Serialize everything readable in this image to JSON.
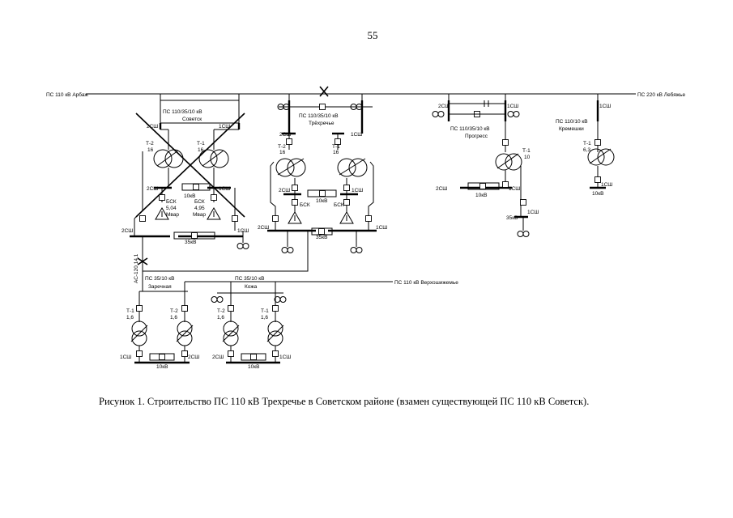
{
  "page_number": "55",
  "caption": "Рисунок 1. Строительство ПС 110 кВ Трехречье в Советском районе (взамен существующей ПС 110 кВ Советск).",
  "diagram": {
    "external_lines": {
      "arbazh": "ПС 110 кВ Арбаж",
      "lebyazhye": "ПС 220 кВ Лебяжье",
      "verkhoshizhemye": "ПС 110 кВ Верхошижемье"
    },
    "sovetsk": {
      "name": "ПС 110/35/10 кВ",
      "sub": "Советск",
      "bus_left": "2СШ",
      "bus_right": "1СШ",
      "t2": "Т-2",
      "t2_mva": "16",
      "t1": "Т-1",
      "t1_mva": "16",
      "mid_left": "2СШ",
      "mid_right": "1СШ",
      "mid_kv": "10кВ",
      "bsk1": "БСК",
      "bsk1_val": "5,04",
      "bsk1_unit": "Мвар",
      "bsk2": "БСК",
      "bsk2_val": "4,95",
      "bsk2_unit": "Мвар",
      "bot_left": "2СШ",
      "bot_right": "1СШ",
      "bot_kv": "35кВ"
    },
    "trekhrechye": {
      "name": "ПС 110/35/10 кВ",
      "sub": "Трёхречье",
      "bus_left": "2СШ",
      "bus_right": "1СШ",
      "t2": "Т-2",
      "t2_mva": "16",
      "t1": "Т-1",
      "t1_mva": "16",
      "mid_left": "2СШ",
      "mid_right": "1СШ",
      "mid_kv": "10кВ",
      "bsk_left": "БСК",
      "bsk_right": "БСК",
      "bot_left": "2СШ",
      "bot_right": "1СШ",
      "bot_kv": "35кВ"
    },
    "progress": {
      "name": "ПС 110/35/10 кВ",
      "sub": "Прогресс",
      "bus_left": "2СШ",
      "bus_right": "1СШ",
      "t1": "Т-1",
      "t1_mva": "10",
      "low_left": "2СШ",
      "low_right": "1СШ",
      "low_kv": "10кВ",
      "hv35": "35кВ",
      "hv35_bus": "1СШ"
    },
    "kremeshki": {
      "name": "ПС 110/10 кВ",
      "sub": "Кремешки",
      "bus": "1СШ",
      "t1": "Т-1",
      "t1_mva": "6,3",
      "low_bus": "1СШ",
      "low_kv": "10кВ"
    },
    "line_label": "АС-120 14,1",
    "zarechnaya": {
      "name": "ПС 35/10 кВ",
      "sub": "Заречная",
      "t1": "Т-1",
      "t1_mva": "1,6",
      "t2": "Т-2",
      "t2_mva": "1,6",
      "bus_left": "1СШ",
      "bus_right": "2СШ",
      "kv": "10кВ"
    },
    "kozha": {
      "name": "ПС 35/10 кВ",
      "sub": "Кожа",
      "t2": "Т-2",
      "t2_mva": "1,6",
      "t1": "Т-1",
      "t1_mva": "1,6",
      "bus_left": "2СШ",
      "bus_right": "1СШ",
      "kv": "10кВ"
    }
  }
}
